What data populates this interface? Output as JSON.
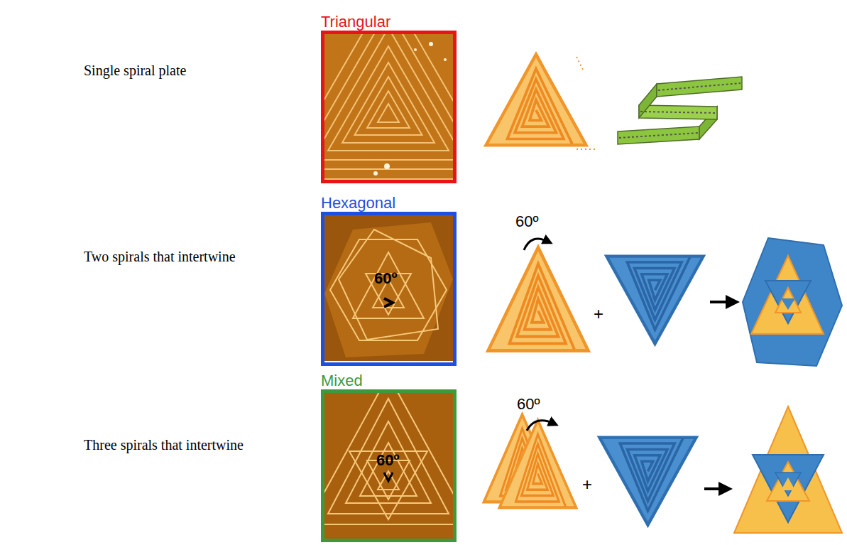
{
  "diagram": {
    "nodes": [
      {
        "text": [
          "Triangular"
        ]
      },
      {
        "text": [
          "Hexagonal",
          "60º"
        ]
      },
      {
        "text": [
          "Mixed",
          "60º"
        ]
      }
    ],
    "labels": [
      "Single spiral plate",
      "Two spirals that intertwine",
      "Three spirals that intertwine",
      "60º",
      "+",
      "60º",
      "+"
    ]
  }
}
